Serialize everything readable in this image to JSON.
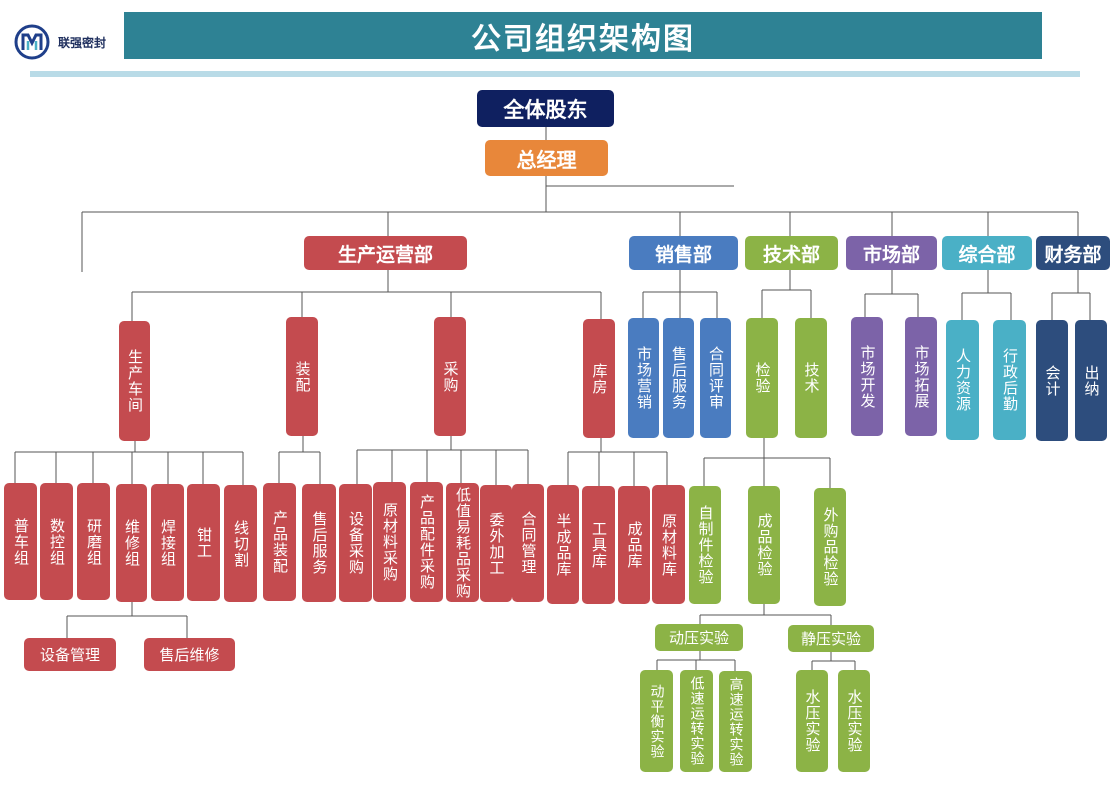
{
  "header": {
    "logo_text": "联强密封",
    "title": "公司组织架构图"
  },
  "colors": {
    "title_bar": "#2e8294",
    "production": "#c44b4f",
    "shareholders": "#0f2060",
    "gm": "#e8873a",
    "sales": "#4a7cc0",
    "tech": "#8cb346",
    "market": "#7c63a8",
    "general": "#4ab0c6",
    "finance": "#2d4d7d"
  },
  "org": {
    "top": {
      "shareholders": "全体股东",
      "gm": "总经理"
    },
    "departments": {
      "production": "生产运营部",
      "sales": "销售部",
      "tech": "技术部",
      "market": "市场部",
      "general": "综合部",
      "finance": "财务部"
    },
    "production": {
      "workshop": "生产车间",
      "assembly": "装配",
      "purchase": "采购",
      "warehouse": "库房",
      "workshop_groups": [
        "普车组",
        "数控组",
        "研磨组",
        "维修组",
        "焊接组",
        "钳工",
        "线切割"
      ],
      "maintenance_subs": [
        "设备管理",
        "售后维修"
      ],
      "assembly_subs": [
        "产品装配",
        "售后服务"
      ],
      "purchase_subs": [
        "设备采购",
        "原材料采购",
        "产品配件采购",
        "低值易耗品采购",
        "委外加工",
        "合同管理"
      ],
      "warehouse_subs": [
        "半成品库",
        "工具库",
        "成品库",
        "原材料库"
      ]
    },
    "sales_subs": [
      "市场营销",
      "售后服务",
      "合同评审"
    ],
    "tech": {
      "inspection": "检验",
      "technology": "技术",
      "inspection_subs": [
        "自制件检验",
        "成品检验",
        "外购品检验"
      ],
      "dynamic_test": "动压实验",
      "static_test": "静压实验",
      "dynamic_subs": [
        "动平衡实验",
        "低速运转实验",
        "高速运转实验"
      ],
      "static_subs": [
        "水压实验",
        "水压实验"
      ]
    },
    "market_subs": [
      "市场开发",
      "市场拓展"
    ],
    "general_subs": [
      "人力资源",
      "行政后勤"
    ],
    "finance_subs": [
      "会计",
      "出纳"
    ]
  }
}
